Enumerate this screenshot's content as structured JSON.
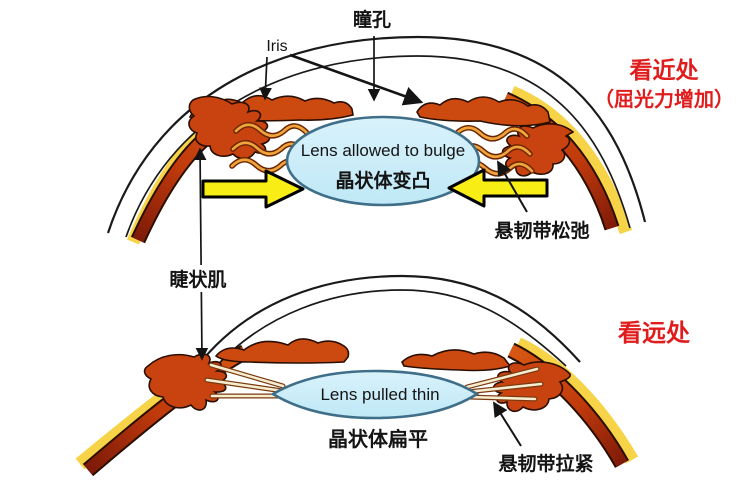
{
  "figure": {
    "description": "Eye accommodation diagram: near vision (lens bulges) vs far vision (lens pulled thin)",
    "near_section": {
      "heading_line1": "看近处",
      "heading_line2": "（屈光力增加）",
      "pupil_label": "瞳孔",
      "iris_label": "Iris",
      "lens_caption_en": "Lens allowed to bulge",
      "lens_caption_zh": "晶状体变凸",
      "suspensory_ligament_label": "悬韧带松弛"
    },
    "ciliary_muscle_label": "睫状肌",
    "far_section": {
      "heading": "看远处",
      "lens_caption_en": "Lens pulled thin",
      "lens_caption_zh": "晶状体扁平",
      "suspensory_ligament_label": "悬韧带拉紧"
    },
    "colors": {
      "background": "#ffffff",
      "heading_red": "#e01c1c",
      "label_black": "#141414",
      "lens_fill": "#c9edf9",
      "lens_outline": "#3f6e88",
      "sclera_gold": "#f7d348",
      "choroid_orange": "#cd4810",
      "choroid_dark_red": "#7d1a08",
      "zonule_relaxed_orange": "#f0a43c",
      "zonule_taut_cream": "#f6ecd0",
      "squeeze_arrow_yellow": "#f8ee16"
    }
  }
}
